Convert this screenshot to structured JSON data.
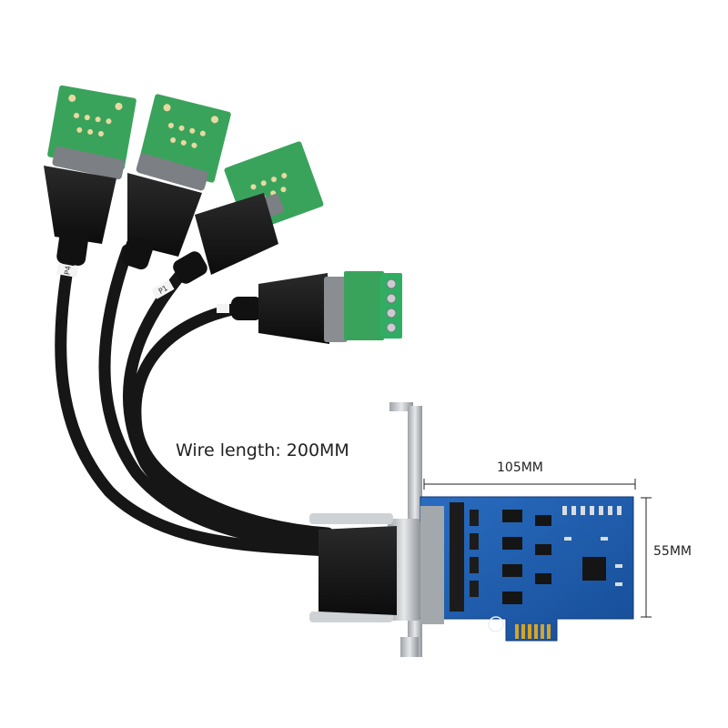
{
  "annotations": {
    "wire_length": "Wire length: 200MM",
    "board_width": "105MM",
    "board_height": "55MM"
  },
  "port_tags": [
    "P4",
    "P1"
  ],
  "colors": {
    "background": "#ffffff",
    "cable": "#161616",
    "pcb_blue": "#1f5fae",
    "terminal_pcb": "#3aa35b",
    "terminal_block": "#2fae63",
    "bracket": "#c9ccd0",
    "gold_fingers": "#d7a326",
    "dimension_line": "#222222"
  }
}
